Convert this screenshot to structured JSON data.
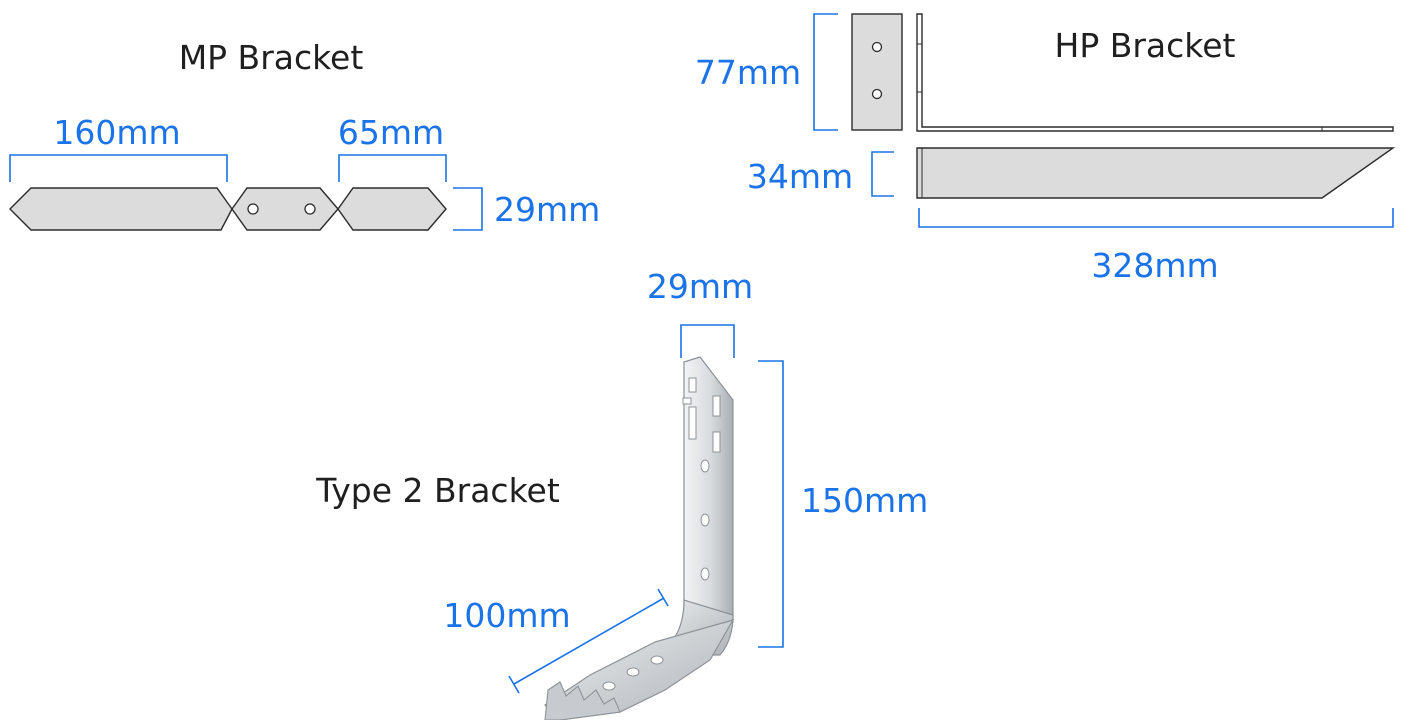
{
  "colors": {
    "dimension": "#1a73e8",
    "part_fill": "#dcdcdc",
    "part_stroke": "#2b2b2b",
    "title": "#1f1f1f",
    "metal_light": "#e4e6e8",
    "metal_dark": "#9a9fa4"
  },
  "mp_bracket": {
    "title": "MP Bracket",
    "dim_length": "160mm",
    "dim_end": "65mm",
    "dim_height": "29mm"
  },
  "hp_bracket": {
    "title": "HP Bracket",
    "dim_upright": "77mm",
    "dim_depth": "34mm",
    "dim_length": "328mm"
  },
  "type2_bracket": {
    "title": "Type 2 Bracket",
    "dim_width": "29mm",
    "dim_height": "150mm",
    "dim_arm": "100mm"
  }
}
